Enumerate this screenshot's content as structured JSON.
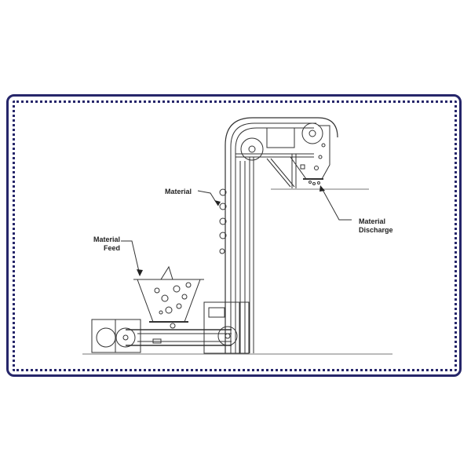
{
  "diagram": {
    "type": "bucket elevator conveyor schematic",
    "labels": {
      "material": "Material",
      "material_feed_line1": "Material",
      "material_feed_line2": "Feed",
      "material_discharge_line1": "Material",
      "material_discharge_line2": "Discharge"
    },
    "colors": {
      "frame_border": "#26266a",
      "line": "#333333",
      "ground": "#888888"
    }
  }
}
